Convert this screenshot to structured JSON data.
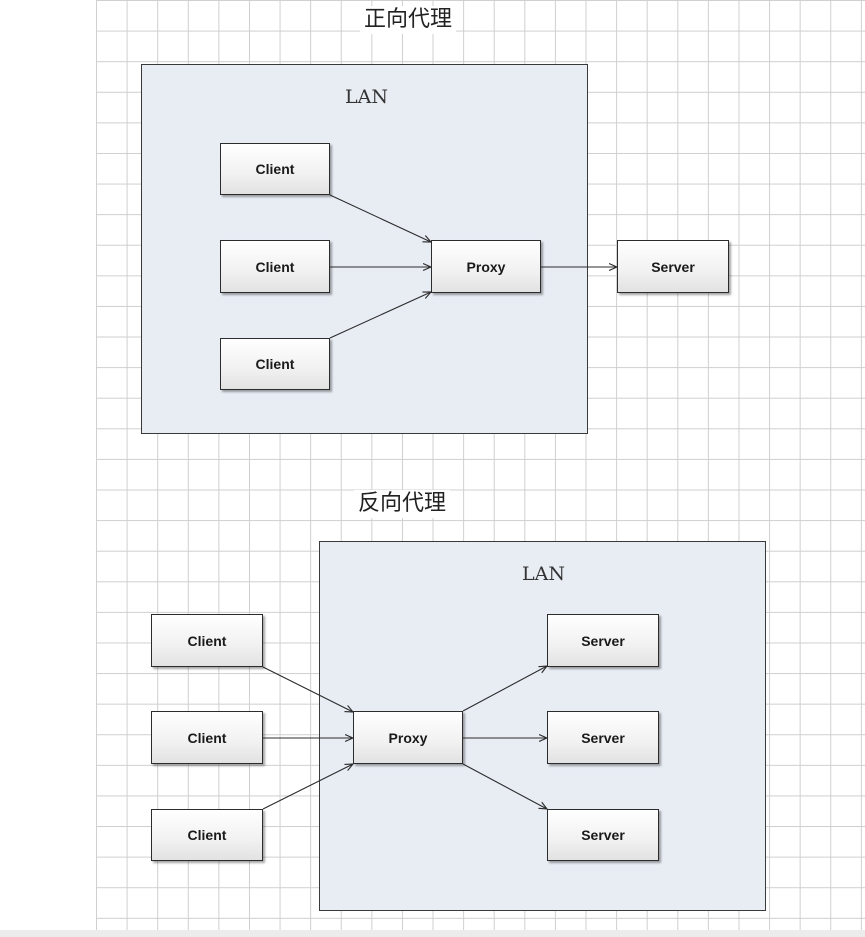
{
  "forward": {
    "title": "正向代理",
    "lan_label": "LAN",
    "clients": [
      "Client",
      "Client",
      "Client"
    ],
    "proxy": "Proxy",
    "server": "Server"
  },
  "reverse": {
    "title": "反向代理",
    "lan_label": "LAN",
    "clients": [
      "Client",
      "Client",
      "Client"
    ],
    "proxy": "Proxy",
    "servers": [
      "Server",
      "Server",
      "Server"
    ]
  },
  "colors": {
    "lan_fill": "#e8edf4",
    "grid_line": "#cfcfcf",
    "node_border": "#2c2c2c"
  }
}
